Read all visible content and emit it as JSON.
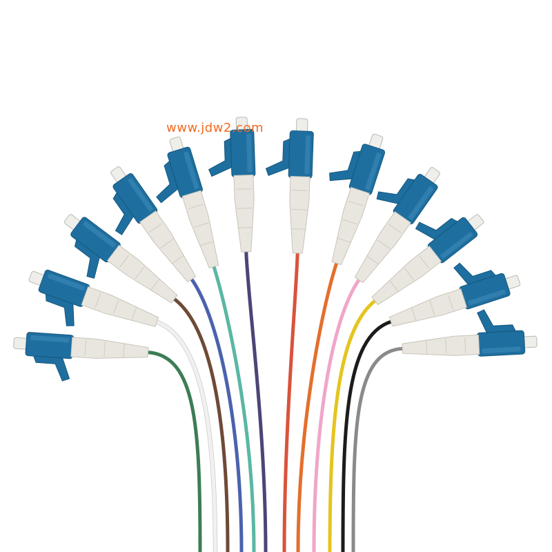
{
  "watermark": {
    "text": "www.jdw2.com",
    "color": "#f26a21"
  },
  "product": {
    "connector_type": "LC",
    "connector_color": "#1e6f9f",
    "boot_color": "#e9e6df",
    "fiber_count": 12
  },
  "fibers": [
    {
      "name": "green",
      "color": "#3c7d56"
    },
    {
      "name": "white",
      "color": "#f1f1f1"
    },
    {
      "name": "brown",
      "color": "#6e4a36"
    },
    {
      "name": "blue",
      "color": "#4b62ad"
    },
    {
      "name": "aqua",
      "color": "#5ab7a4"
    },
    {
      "name": "violet",
      "color": "#4d4477"
    },
    {
      "name": "red",
      "color": "#d9533c"
    },
    {
      "name": "orange",
      "color": "#e46f2d"
    },
    {
      "name": "pink",
      "color": "#f0a6c8"
    },
    {
      "name": "yellow",
      "color": "#e5c41e"
    },
    {
      "name": "black",
      "color": "#1c1c1c"
    },
    {
      "name": "gray",
      "color": "#8a8a8a"
    }
  ]
}
